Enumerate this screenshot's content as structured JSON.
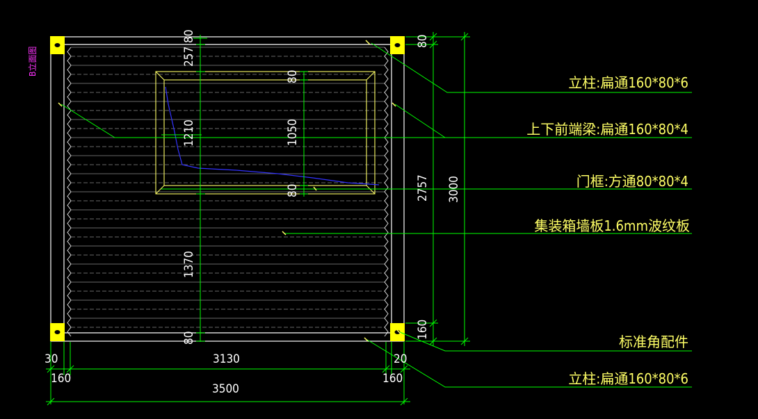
{
  "view_title": "B立面图",
  "labels": [
    "立柱:扁通160*80*6",
    "上下前端梁:扁通160*80*4",
    "门框:方通80*80*4",
    "集装箱墙板1.6mm波纹板",
    "标准角配件",
    "立柱:扁通160*80*6"
  ],
  "dims": {
    "top_80_right": "80",
    "top_257": "257",
    "top_80_left": "80",
    "d1210": "1210",
    "d80_mid_top": "80",
    "d1050": "1050",
    "d80_mid_bot": "80",
    "d2757": "2757",
    "d3000": "3000",
    "d1370": "1370",
    "d80_bottom": "80",
    "d160_right": "160",
    "b30": "30",
    "b3130": "3130",
    "b20": "20",
    "b160_left": "160",
    "b160_right": "160",
    "b3500": "3500"
  },
  "colors": {
    "background": "#000000",
    "dimension_lines": "#00ff00",
    "frame": "#ffffff",
    "door_frame": "#ffff66",
    "corner_fittings": "#ffff00",
    "note_text": "#ffff66",
    "title_text": "#ff33ff",
    "sketch": "#3333ff"
  }
}
